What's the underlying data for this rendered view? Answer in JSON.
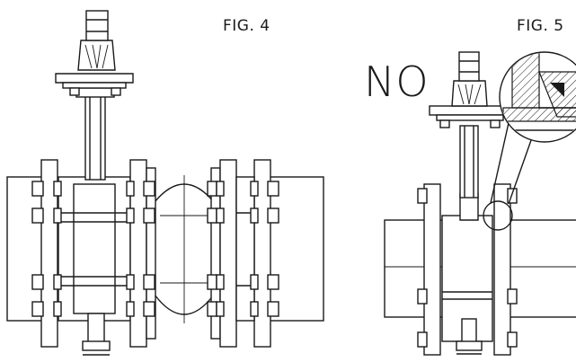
{
  "labels": {
    "fig4": "FIG. 4",
    "fig5": "FIG. 5",
    "no": "NO"
  },
  "colors": {
    "line": "#1a1a1a",
    "background": "#ffffff"
  }
}
